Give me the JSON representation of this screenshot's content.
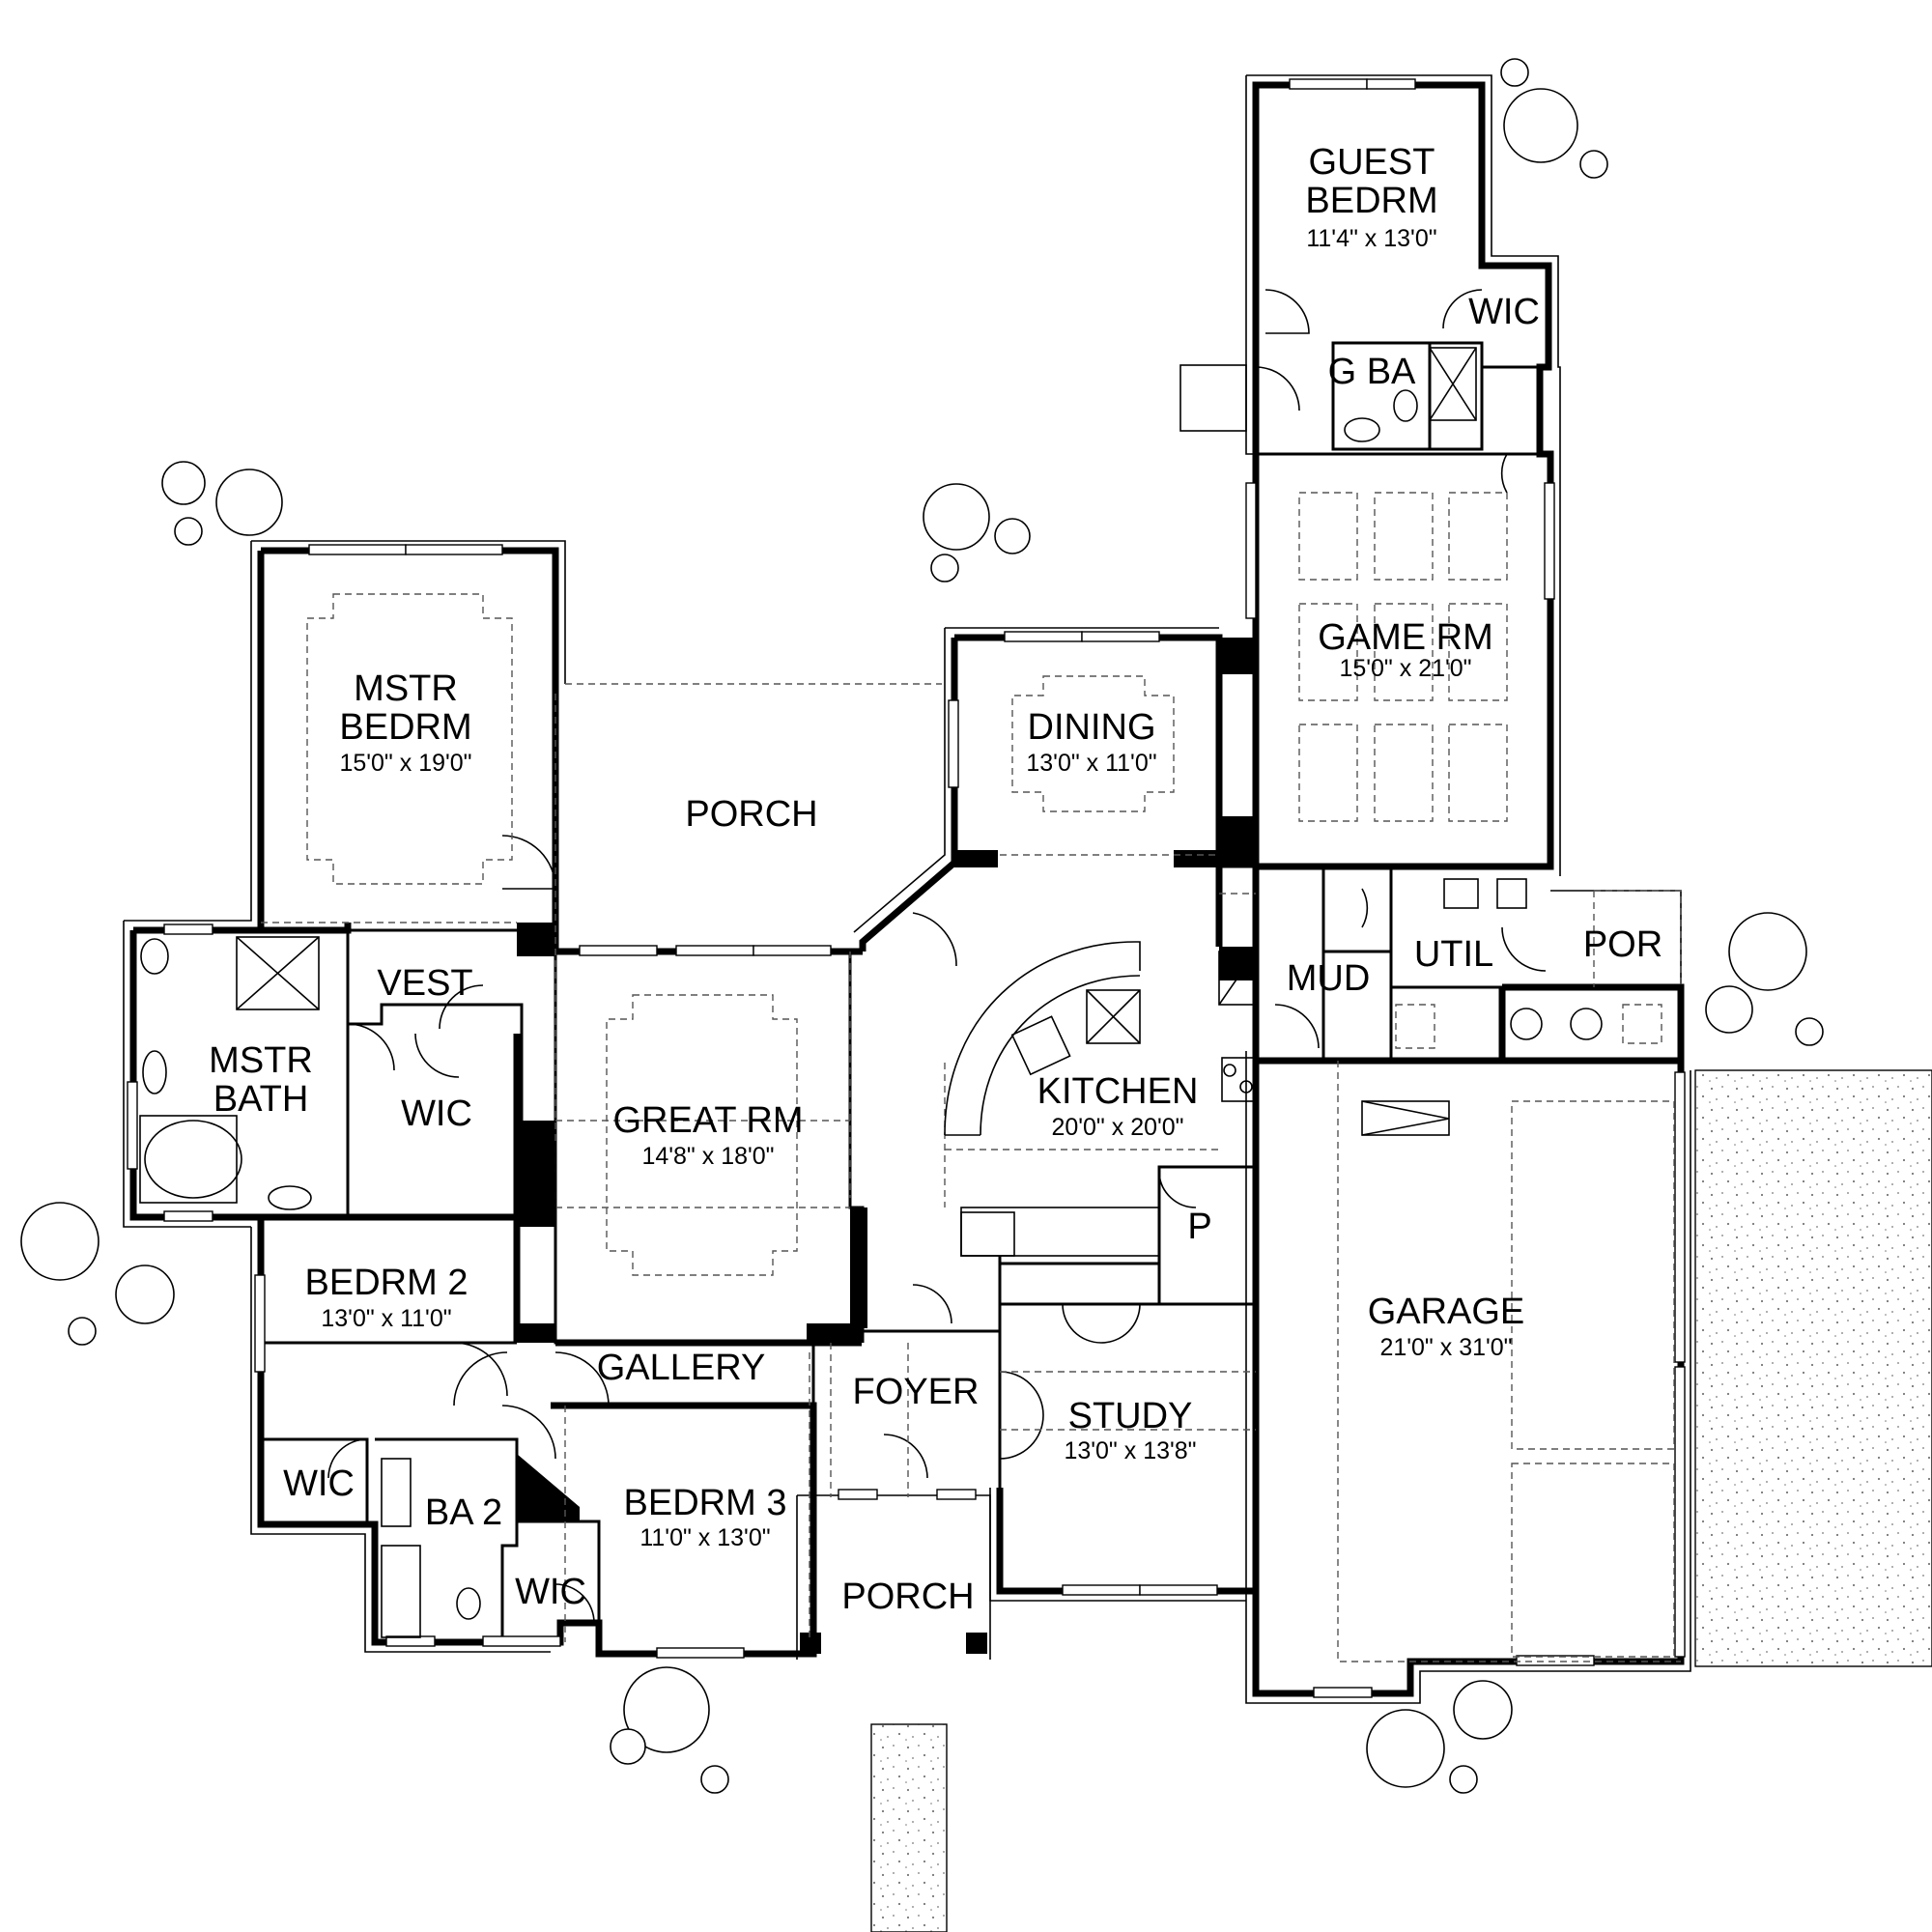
{
  "rooms": [
    {
      "id": "guest-bedrm",
      "label_lines": [
        "GUEST",
        "BEDRM"
      ],
      "dims": "11'4\" x 13'0\""
    },
    {
      "id": "wic-guest",
      "label_lines": [
        "WIC"
      ],
      "dims": ""
    },
    {
      "id": "g-ba",
      "label_lines": [
        "G BA"
      ],
      "dims": ""
    },
    {
      "id": "game-rm",
      "label_lines": [
        "GAME RM"
      ],
      "dims": "15'0\" x 21'0\""
    },
    {
      "id": "mstr-bedrm",
      "label_lines": [
        "MSTR",
        "BEDRM"
      ],
      "dims": "15'0\" x 19'0\""
    },
    {
      "id": "porch-rear",
      "label_lines": [
        "PORCH"
      ],
      "dims": ""
    },
    {
      "id": "dining",
      "label_lines": [
        "DINING"
      ],
      "dims": "13'0\" x 11'0\""
    },
    {
      "id": "vest",
      "label_lines": [
        "VEST"
      ],
      "dims": ""
    },
    {
      "id": "mstr-bath",
      "label_lines": [
        "MSTR",
        "BATH"
      ],
      "dims": ""
    },
    {
      "id": "wic-master",
      "label_lines": [
        "WIC"
      ],
      "dims": ""
    },
    {
      "id": "great-rm",
      "label_lines": [
        "GREAT RM"
      ],
      "dims": "14'8\" x 18'0\""
    },
    {
      "id": "kitchen",
      "label_lines": [
        "KITCHEN"
      ],
      "dims": "20'0\" x 20'0\""
    },
    {
      "id": "mud",
      "label_lines": [
        "MUD"
      ],
      "dims": ""
    },
    {
      "id": "util",
      "label_lines": [
        "UTIL"
      ],
      "dims": ""
    },
    {
      "id": "por",
      "label_lines": [
        "POR"
      ],
      "dims": ""
    },
    {
      "id": "pantry",
      "label_lines": [
        "P"
      ],
      "dims": ""
    },
    {
      "id": "bedrm-2",
      "label_lines": [
        "BEDRM 2"
      ],
      "dims": "13'0\" x 11'0\""
    },
    {
      "id": "gallery",
      "label_lines": [
        "GALLERY"
      ],
      "dims": ""
    },
    {
      "id": "foyer",
      "label_lines": [
        "FOYER"
      ],
      "dims": ""
    },
    {
      "id": "study",
      "label_lines": [
        "STUDY"
      ],
      "dims": "13'0\" x 13'8\""
    },
    {
      "id": "garage",
      "label_lines": [
        "GARAGE"
      ],
      "dims": "21'0\" x 31'0\""
    },
    {
      "id": "wic-bed2",
      "label_lines": [
        "WIC"
      ],
      "dims": ""
    },
    {
      "id": "ba-2",
      "label_lines": [
        "BA 2"
      ],
      "dims": ""
    },
    {
      "id": "bedrm-3",
      "label_lines": [
        "BEDRM 3"
      ],
      "dims": "11'0\" x 13'0\""
    },
    {
      "id": "wic-bed3",
      "label_lines": [
        "WIC"
      ],
      "dims": ""
    },
    {
      "id": "porch-front",
      "label_lines": [
        "PORCH"
      ],
      "dims": ""
    }
  ]
}
